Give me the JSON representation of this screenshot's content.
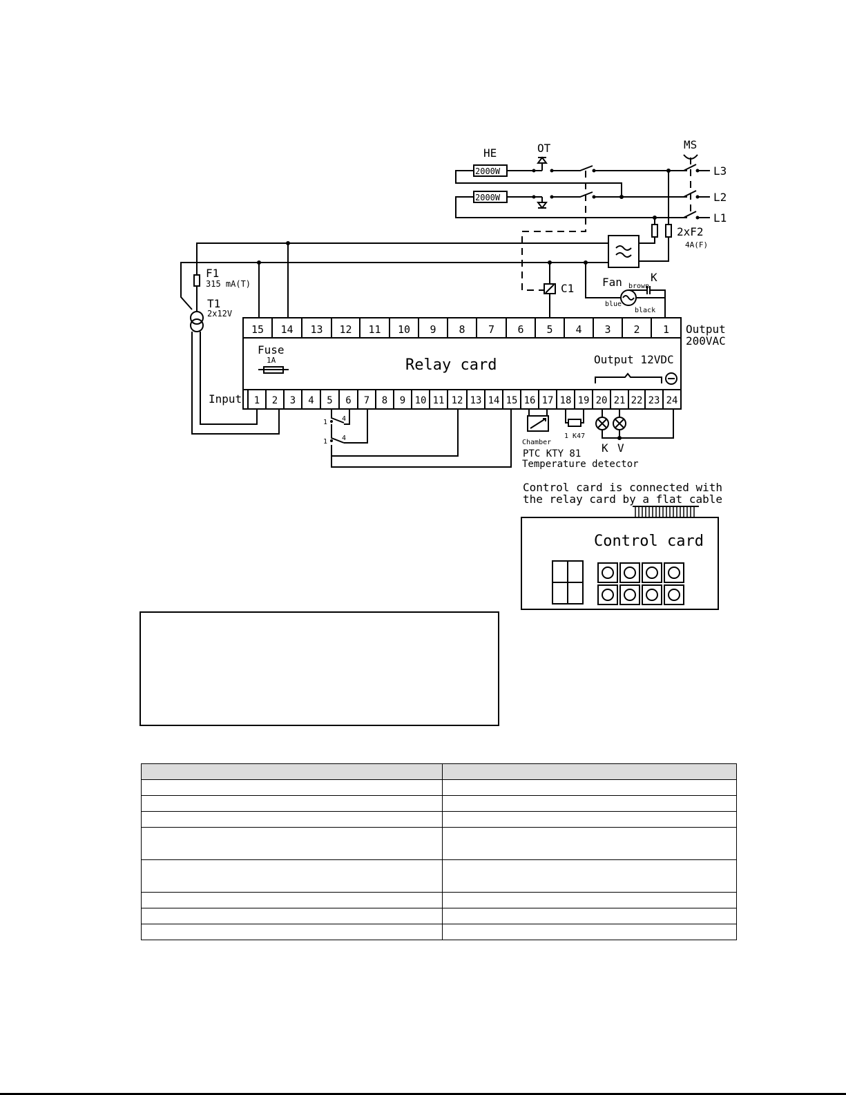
{
  "labels": {
    "he": "HE",
    "ot": "OT",
    "ms": "MS",
    "heater_1": "2000W",
    "heater_2": "2000W",
    "l3": "L3",
    "l2": "L2",
    "l1": "L1",
    "f2": "2xF2",
    "f2_rating": "4A(F)",
    "f1": "F1",
    "f1_rating": "315 mA(T)",
    "t1": "T1",
    "t1_rating": "2x12V",
    "c1": "C1",
    "fan": "Fan",
    "k_cap": "K",
    "brown": "brown",
    "blue": "blue",
    "black": "black",
    "output_ac": "Output",
    "output_ac_v": "200VAC",
    "fuse": "Fuse",
    "fuse_rating": "1A",
    "relay_card": "Relay card",
    "output_dc": "Output  12VDC",
    "input": "Input",
    "contact_1a": "1",
    "contact_4a": "4",
    "contact_1b": "1",
    "contact_4b": "4",
    "chamber": "Chamber",
    "resistor": "1 K47",
    "lamp_k": "K",
    "lamp_v": "V",
    "ptc": "PTC KTY 81",
    "temp_detector": "Temperature detector",
    "control_note_1": "Control card is connected with",
    "control_note_2": "the relay card by a flat cable",
    "control_card": "Control card"
  },
  "top_terminals": [
    "15",
    "14",
    "13",
    "12",
    "11",
    "10",
    "9",
    "8",
    "7",
    "6",
    "5",
    "4",
    "3",
    "2",
    "1"
  ],
  "bottom_terminals": [
    "1",
    "2",
    "3",
    "4",
    "5",
    "6",
    "7",
    "8",
    "9",
    "10",
    "11",
    "12",
    "13",
    "14",
    "15",
    "16",
    "17",
    "18",
    "19",
    "20",
    "21",
    "22",
    "23",
    "24"
  ],
  "table": {
    "header": [
      "",
      ""
    ],
    "rows": [
      [
        "",
        ""
      ],
      [
        "",
        ""
      ],
      [
        "",
        ""
      ],
      [
        "",
        ""
      ],
      [
        "",
        ""
      ],
      [
        "",
        ""
      ],
      [
        "",
        ""
      ],
      [
        "",
        ""
      ]
    ]
  }
}
